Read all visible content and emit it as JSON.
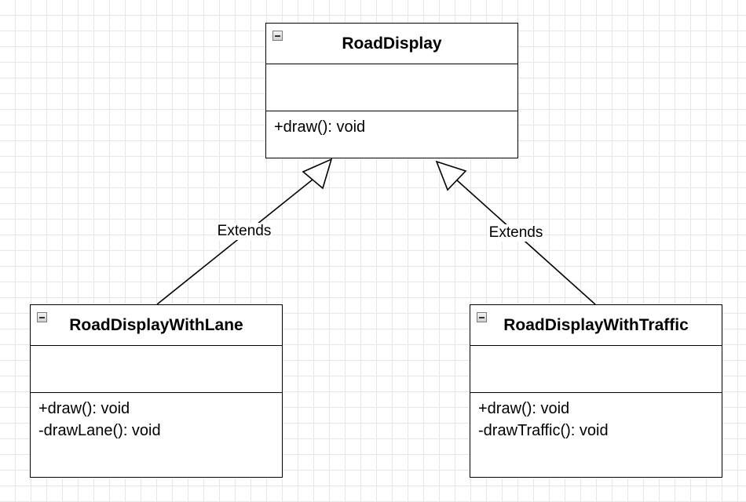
{
  "classes": {
    "road_display": {
      "name": "RoadDisplay",
      "attributes": [],
      "operations": [
        "+draw(): void"
      ]
    },
    "road_display_with_lane": {
      "name": "RoadDisplayWithLane",
      "attributes": [],
      "operations": [
        "+draw(): void",
        "-drawLane(): void"
      ]
    },
    "road_display_with_traffic": {
      "name": "RoadDisplayWithTraffic",
      "attributes": [],
      "operations": [
        "+draw(): void",
        "-drawTraffic(): void"
      ]
    }
  },
  "relations": [
    {
      "from": "road_display_with_lane",
      "to": "road_display",
      "type": "generalization",
      "label": "Extends"
    },
    {
      "from": "road_display_with_traffic",
      "to": "road_display",
      "type": "generalization",
      "label": "Extends"
    }
  ],
  "colors": {
    "line": "#000000",
    "grid": "#e6e6e6",
    "background": "#ffffff"
  },
  "icons": {
    "collapse": "collapse-toggle-icon"
  }
}
